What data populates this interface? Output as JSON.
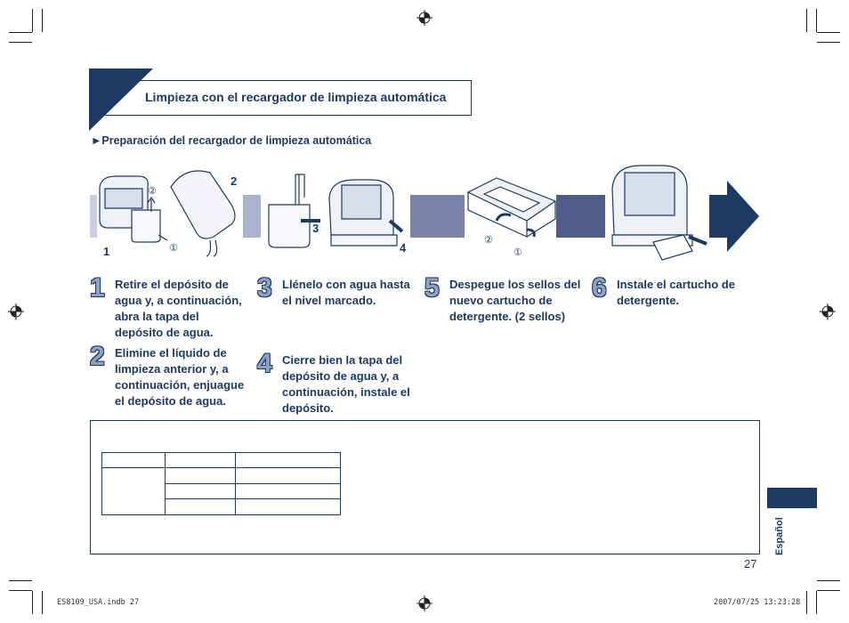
{
  "header": {
    "title": "Limpieza con el recargador de limpieza automática"
  },
  "subtitle": "►Preparación del recargador de limpieza automática",
  "figure_labels": {
    "l1": "1",
    "l2": "2",
    "l3": "3",
    "l4": "4",
    "c1a": "①",
    "c2a": "②",
    "c1b": "①",
    "c2b": "②"
  },
  "steps": [
    {
      "num": "1",
      "text": "Retire el depósito de agua y, a continuación, abra la tapa del depósito de agua."
    },
    {
      "num": "2",
      "text": "Elimine el líquido de limpieza anterior y, a continuación, enjuague el depósito de agua."
    },
    {
      "num": "3",
      "text": "Llénelo con agua hasta el nivel marcado."
    },
    {
      "num": "4",
      "text": "Cierre bien la tapa del depósito de agua y, a continuación, instale el depósito."
    },
    {
      "num": "5",
      "text": "Despegue los sellos del nuevo cartucho de detergente. (2 sellos)"
    },
    {
      "num": "6",
      "text": "Instale el cartucho de detergente."
    }
  ],
  "side_label": "Español",
  "page_number": "27",
  "footer": {
    "file": "ES8109_USA.indb   27",
    "timestamp": "2007/07/25   13:23:28"
  },
  "colors": {
    "navy": "#1d3a63",
    "light_blue": "#8fa2c6"
  }
}
